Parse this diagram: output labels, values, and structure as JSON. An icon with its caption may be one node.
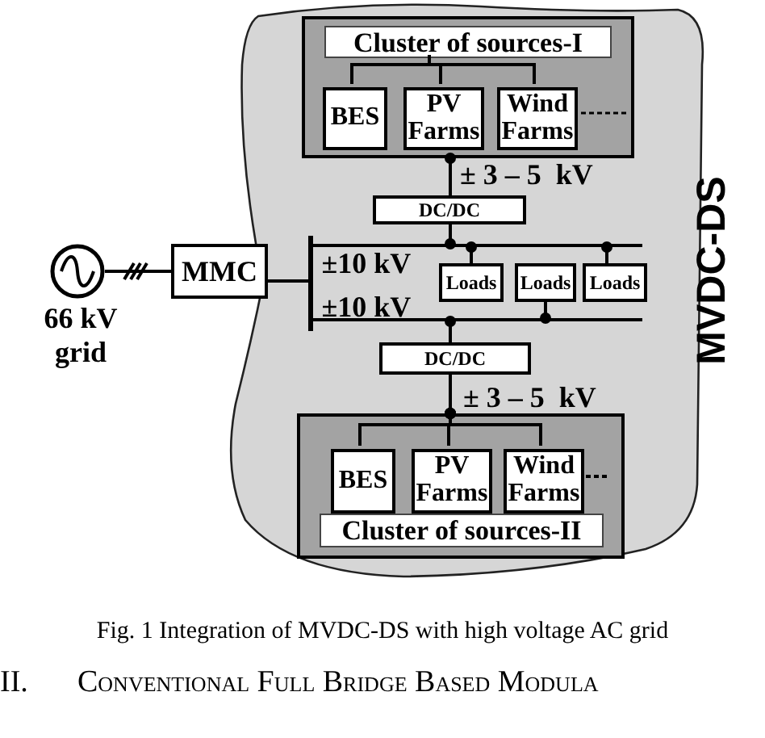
{
  "diagram": {
    "caption": "Fig. 1 Integration of MVDC-DS with high voltage AC grid",
    "nodes": [
      {
        "text": [
          "MVDC-DS"
        ]
      },
      {
        "text": [],
        "shape": "box",
        "in": 0
      },
      {
        "text": [
          "Cluster of sources-I"
        ],
        "in": 1
      },
      {
        "text": [
          "BES"
        ],
        "in": 1
      },
      {
        "text": [
          "PV Farms"
        ],
        "in": 1
      },
      {
        "text": [
          "Wind Farms"
        ],
        "in": 1
      },
      {
        "text": [
          "DC/DC"
        ],
        "in": 0
      },
      {
        "text": [
          "Loads"
        ],
        "in": 0
      },
      {
        "text": [
          "Loads"
        ],
        "in": 0
      },
      {
        "text": [
          "Loads"
        ],
        "in": 0
      },
      {
        "text": [
          "DC/DC"
        ],
        "in": 0
      },
      {
        "text": [],
        "shape": "box",
        "in": 0
      },
      {
        "text": [
          "BES"
        ],
        "in": 11
      },
      {
        "text": [
          "PV Farms"
        ],
        "in": 11
      },
      {
        "text": [
          "Wind Farms"
        ],
        "in": 11
      },
      {
        "text": [
          "Cluster of sources-II"
        ],
        "in": 11
      },
      {
        "text": [],
        "shape": "circle",
        "beside": [
          "66 kV grid"
        ]
      },
      {
        "text": [
          "MMC"
        ]
      },
      {
        "text": [],
        "shape": "bar",
        "in": 0
      },
      {
        "text": [],
        "shape": "bar",
        "in": 0,
        "beside": [
          "±10 kV"
        ]
      },
      {
        "text": [],
        "shape": "bar",
        "in": 0,
        "beside": [
          "±10 kV"
        ]
      }
    ],
    "edges": [
      {
        "from": 16,
        "to": 17,
        "arrow": "none"
      },
      {
        "from": 17,
        "to": 18,
        "arrow": "none"
      },
      {
        "from": 6,
        "to": 1,
        "arrow": "other",
        "label": "± 3 – 5  kV"
      },
      {
        "from": 6,
        "to": 19,
        "arrow": "other"
      },
      {
        "from": 7,
        "to": 19,
        "arrow": "other"
      },
      {
        "from": 9,
        "to": 19,
        "arrow": "other"
      },
      {
        "from": 8,
        "to": 20,
        "arrow": "other"
      },
      {
        "from": 10,
        "to": 20,
        "arrow": "other"
      },
      {
        "from": 10,
        "to": 11,
        "arrow": "other",
        "label": "± 3 – 5  kV"
      },
      {
        "from": 2,
        "to": 3,
        "arrow": "none"
      },
      {
        "from": 2,
        "to": 4,
        "arrow": "none"
      },
      {
        "from": 2,
        "to": 5,
        "arrow": "none"
      },
      {
        "from": 12,
        "to": 11,
        "arrow": "other"
      },
      {
        "from": 13,
        "to": 11,
        "arrow": "other"
      },
      {
        "from": 14,
        "to": 11,
        "arrow": "other"
      }
    ],
    "labels": [
      "II.",
      "Conventional Full Bridge Based Modula"
    ]
  }
}
